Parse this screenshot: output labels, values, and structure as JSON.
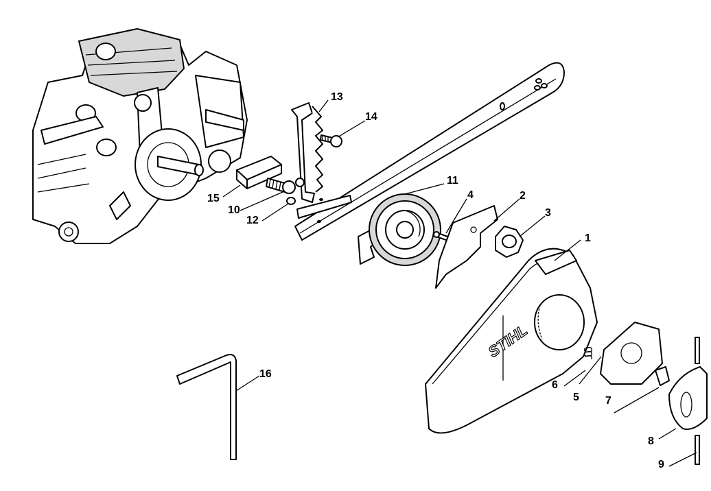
{
  "diagram": {
    "brand_mark": "STIHL",
    "callouts": [
      {
        "id": "c1",
        "label": "1"
      },
      {
        "id": "c2",
        "label": "2"
      },
      {
        "id": "c3",
        "label": "3"
      },
      {
        "id": "c4",
        "label": "4"
      },
      {
        "id": "c5",
        "label": "5"
      },
      {
        "id": "c6",
        "label": "6"
      },
      {
        "id": "c7",
        "label": "7"
      },
      {
        "id": "c8",
        "label": "8"
      },
      {
        "id": "c9",
        "label": "9"
      },
      {
        "id": "c10",
        "label": "10"
      },
      {
        "id": "c11",
        "label": "11"
      },
      {
        "id": "c12",
        "label": "12"
      },
      {
        "id": "c13",
        "label": "13"
      },
      {
        "id": "c14",
        "label": "14"
      },
      {
        "id": "c15",
        "label": "15"
      },
      {
        "id": "c16",
        "label": "16"
      }
    ]
  }
}
